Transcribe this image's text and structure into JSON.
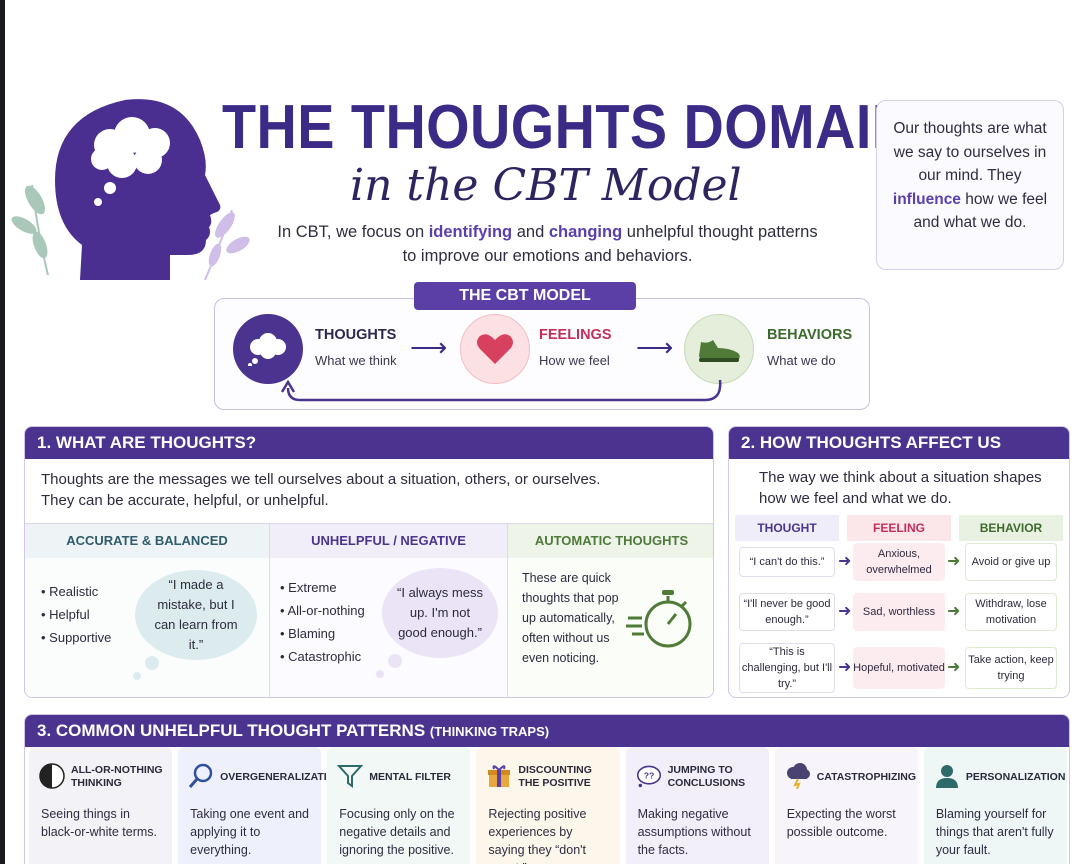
{
  "header": {
    "title_line1": "THE THOUGHTS DOMAIN",
    "title_line2": "in the CBT Model",
    "intro_a": "In CBT, we focus on ",
    "intro_b": "identifying",
    "intro_c": " and ",
    "intro_d": "changing",
    "intro_e": " unhelpful thought patterns to improve our emotions and behaviors."
  },
  "side_note": {
    "a": "Our thoughts are what we say to ourselves in our mind. They ",
    "b": "influence",
    "c": " how we feel and what we do."
  },
  "cbt_model": {
    "tag": "THE CBT MODEL",
    "steps": [
      {
        "title": "THOUGHTS",
        "sub": "What we think",
        "color": "#4a348f",
        "icon": "thought-cloud-icon"
      },
      {
        "title": "FEELINGS",
        "sub": "How we feel",
        "color": "#c2305a",
        "icon": "heart-icon"
      },
      {
        "title": "BEHAVIORS",
        "sub": "What we do",
        "color": "#3d6b2e",
        "icon": "shoe-icon"
      }
    ]
  },
  "section1": {
    "heading": "1. WHAT ARE THOUGHTS?",
    "intro": "Thoughts are the messages we tell ourselves about a situation, others, or ourselves. They can be accurate, helpful, or unhelpful.",
    "columns": [
      {
        "heading": "ACCURATE & BALANCED",
        "items": [
          "Realistic",
          "Helpful",
          "Supportive"
        ],
        "quote": "“I made a mistake, but I can learn from it.”"
      },
      {
        "heading": "UNHELPFUL / NEGATIVE",
        "items": [
          "Extreme",
          "All-or-nothing",
          "Blaming",
          "Catastrophic"
        ],
        "quote": "“I always mess up. I'm not good enough.”"
      },
      {
        "heading": "AUTOMATIC THOUGHTS",
        "text": "These are quick thoughts that pop up automatically, often without us even noticing."
      }
    ]
  },
  "section2": {
    "heading": "2. HOW THOUGHTS AFFECT US",
    "intro": "The way we think about a situation shapes how we feel and what we do.",
    "col_headers": [
      "THOUGHT",
      "FEELING",
      "BEHAVIOR"
    ],
    "rows": [
      {
        "thought": "“I can't do this.”",
        "feeling": "Anxious, overwhelmed",
        "behavior": "Avoid or give up"
      },
      {
        "thought": "“I'll never be good enough.”",
        "feeling": "Sad, worthless",
        "behavior": "Withdraw, lose motivation"
      },
      {
        "thought": "“This is challenging, but I'll try.”",
        "feeling": "Hopeful, motivated",
        "behavior": "Take action, keep trying"
      }
    ]
  },
  "section3": {
    "heading": "3. COMMON UNHELPFUL THOUGHT PATTERNS",
    "heading_small": "(THINKING TRAPS)",
    "traps": [
      {
        "title": "ALL-OR-NOTHING THINKING",
        "desc": "Seeing things in black-or-white terms.",
        "bg": "#f3f2f6",
        "icon": "half-circle-icon"
      },
      {
        "title": "OVERGENERALIZATION",
        "desc": "Taking one event and applying it to everything.",
        "bg": "#eef1fb",
        "icon": "magnifier-icon"
      },
      {
        "title": "MENTAL FILTER",
        "desc": "Focusing only on the negative details and ignoring the positive.",
        "bg": "#f1f8f5",
        "icon": "funnel-icon"
      },
      {
        "title": "DISCOUNTING THE POSITIVE",
        "desc": "Rejecting positive experiences by saying they “don't count.”",
        "bg": "#fdf6ea",
        "icon": "gift-icon"
      },
      {
        "title": "JUMPING TO CONCLUSIONS",
        "desc": "Making negative assumptions without the facts.",
        "bg": "#f2effa",
        "icon": "question-bubble-icon"
      },
      {
        "title": "CATASTROPHIZING",
        "desc": "Expecting the worst possible outcome.",
        "bg": "#f7f5fb",
        "icon": "storm-cloud-icon"
      },
      {
        "title": "PERSONALIZATION",
        "desc": "Blaming yourself for things that aren't fully your fault.",
        "bg": "#eef6f6",
        "icon": "person-icon"
      }
    ]
  }
}
